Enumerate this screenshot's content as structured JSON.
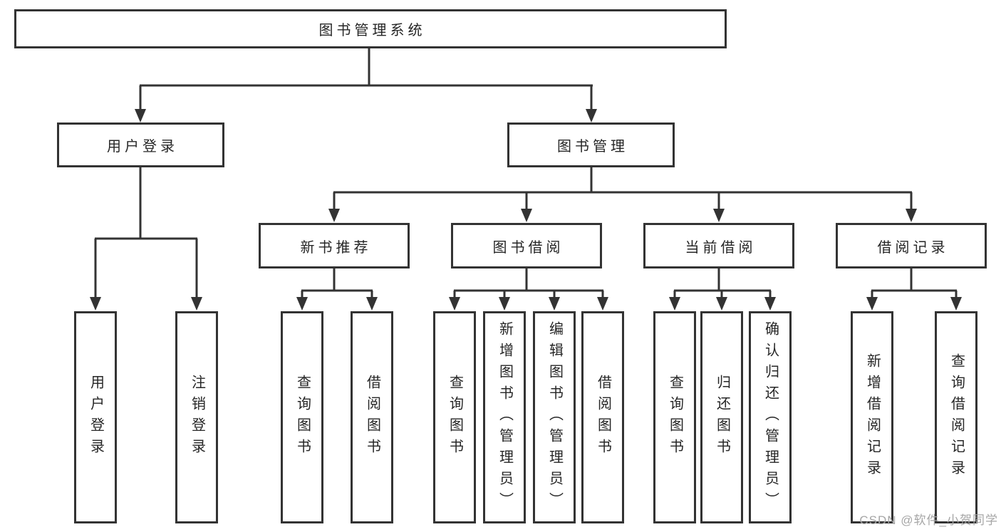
{
  "colors": {
    "background": "#ffffff",
    "line": "#333333",
    "box_border": "#333333",
    "box_fill": "#ffffff",
    "text": "#262626",
    "watermark": "#a6a6a6"
  },
  "tree": {
    "label": "图书管理系统",
    "children": [
      {
        "label": "用户登录",
        "children": [
          {
            "label": "用户登录"
          },
          {
            "label": "注销登录"
          }
        ]
      },
      {
        "label": "图书管理",
        "children": [
          {
            "label": "新书推荐",
            "children": [
              {
                "label": "查询图书"
              },
              {
                "label": "借阅图书"
              }
            ]
          },
          {
            "label": "图书借阅",
            "children": [
              {
                "label": "查询图书"
              },
              {
                "label": "新增图书（管理员）"
              },
              {
                "label": "编辑图书（管理员）"
              },
              {
                "label": "借阅图书"
              }
            ]
          },
          {
            "label": "当前借阅",
            "children": [
              {
                "label": "查询图书"
              },
              {
                "label": "归还图书"
              },
              {
                "label": "确认归还（管理员）"
              }
            ]
          },
          {
            "label": "借阅记录",
            "children": [
              {
                "label": "新增借阅记录"
              },
              {
                "label": "查询借阅记录"
              }
            ]
          }
        ]
      }
    ]
  },
  "watermark": {
    "text": "CSDN @软件_小贺同学"
  }
}
